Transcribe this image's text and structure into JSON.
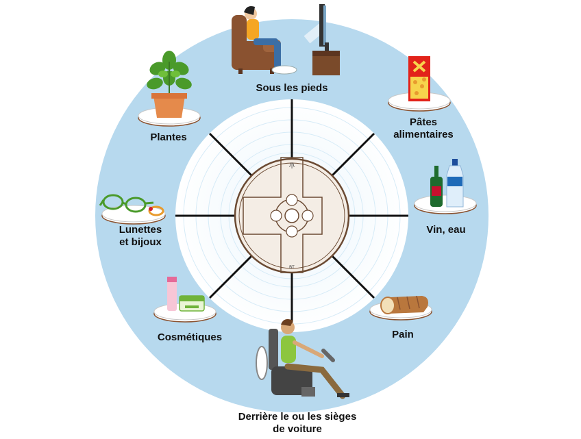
{
  "labels": {
    "top": "Sous les pieds",
    "top_right": "Pâtes\nalimentaires",
    "right": "Vin, eau",
    "bottom_right": "Pain",
    "bottom": "Derrière le ou les sièges\nde voiture",
    "bottom_left": "Cosmétiques",
    "left": "Lunettes\net bijoux",
    "top_left": "Plantes"
  },
  "device": {
    "top_mark": "/|\\",
    "bottom_mark": "BT"
  },
  "colors": {
    "ring": "#b7d9ee",
    "inner_disc": "#ffffff",
    "spoke": "#111111",
    "device_fill": "#f4ede5",
    "device_stroke": "#6b4a33"
  },
  "icons": {
    "top": "person-in-armchair-watching-tv-icon",
    "top_right": "pasta-box-icon",
    "right": "wine-and-water-bottles-icon",
    "bottom_right": "bread-loaf-icon",
    "bottom": "car-driver-icon",
    "bottom_left": "cosmetics-tubes-icon",
    "left": "glasses-and-ring-icon",
    "top_left": "potted-plant-icon"
  }
}
